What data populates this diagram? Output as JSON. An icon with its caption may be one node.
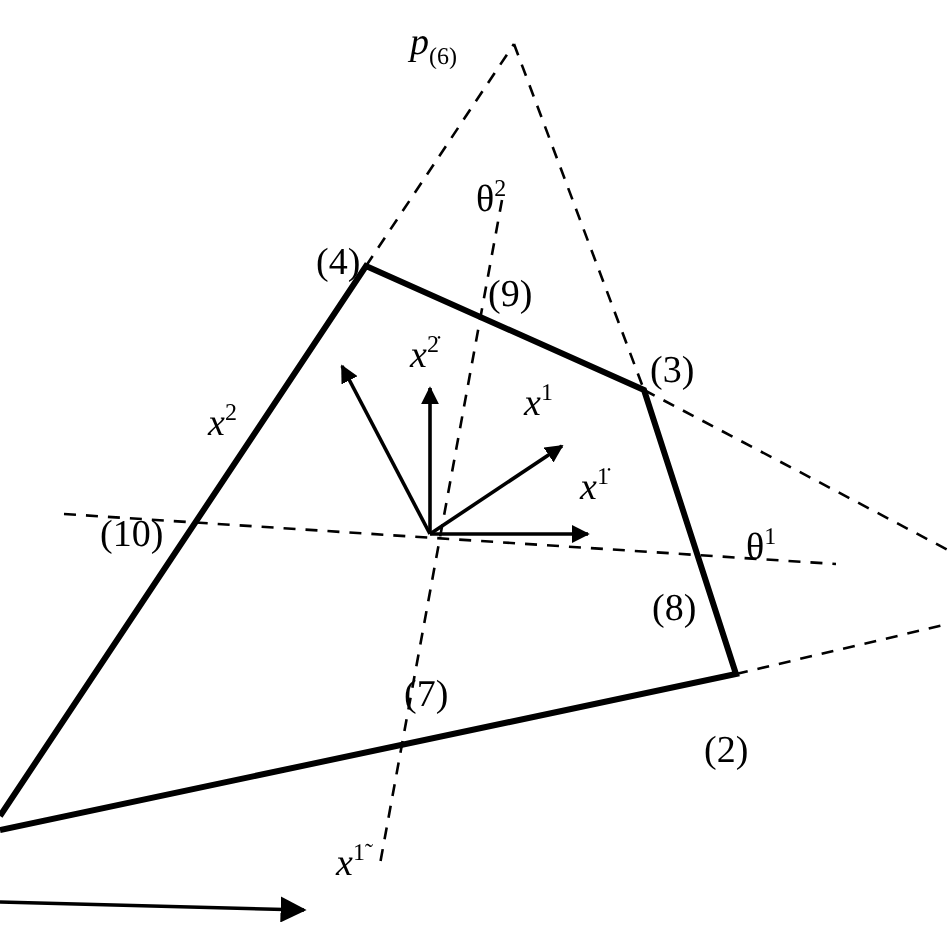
{
  "diagram": {
    "labels": [
      "*p*$_{(6)}$",
      "θ$^{2}$",
      "(4)",
      "(9)",
      "(3)",
      "*x*$^{2̇}$",
      "*x*$^{2}$",
      "*x*$^{1}$",
      "*x*$^{1̇}$",
      "(10)",
      "θ$^{1}$",
      "(8)",
      "(7)",
      "(2)",
      "*x*$^{1̃}$"
    ]
  }
}
